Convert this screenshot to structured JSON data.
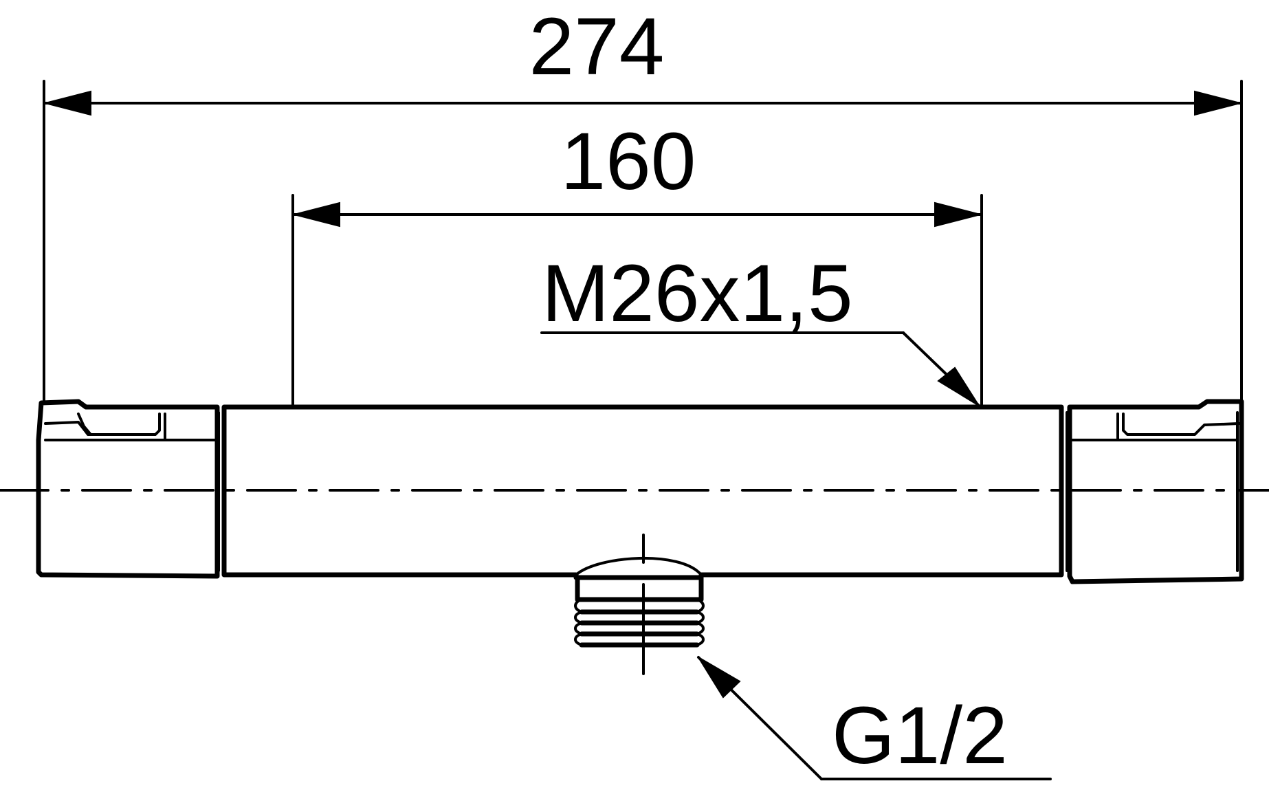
{
  "drawing": {
    "dimensions": {
      "overall_length": "274",
      "inner_length": "160"
    },
    "threads": {
      "top_thread": "M26x1,5",
      "bottom_thread": "G1/2"
    },
    "line_color": "#000000",
    "background": "#ffffff"
  }
}
